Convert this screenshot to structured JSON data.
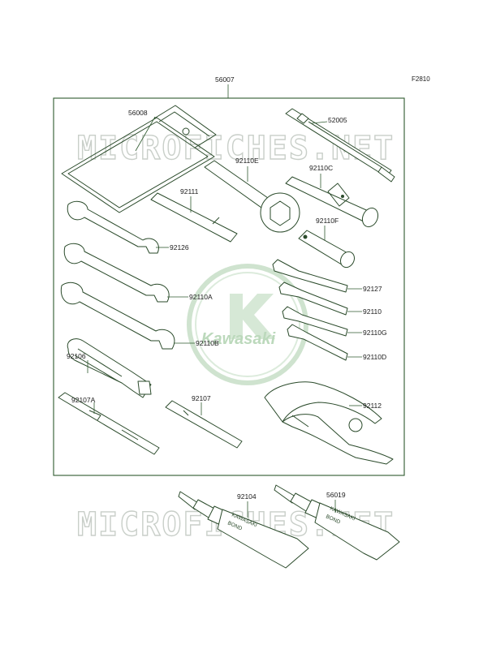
{
  "figure_code": "F2810",
  "watermark": {
    "text": "MICROFICHES.NET",
    "logo_text": "Kawasaki",
    "logo_color": "#1f8a3a"
  },
  "colors": {
    "frame": "#2f5a2f",
    "part": "#2a4a2a",
    "label": "#1a1a1a"
  },
  "labels": {
    "p56007": "56007",
    "p56008": "56008",
    "p52005": "52005",
    "p92110E": "92110E",
    "p92110C": "92110C",
    "p92111": "92111",
    "p92126": "92126",
    "p92110F": "92110F",
    "p92110A": "92110A",
    "p92127": "92127",
    "p92110": "92110",
    "p92110G": "92110G",
    "p92110B": "92110B",
    "p92110D": "92110D",
    "p92106": "92106",
    "p92107A": "92107A",
    "p92107": "92107",
    "p92112": "92112",
    "p92104": "92104",
    "p56019": "56019"
  },
  "tube_text": {
    "line1": "KAWASAKI",
    "line2": "BOND"
  }
}
